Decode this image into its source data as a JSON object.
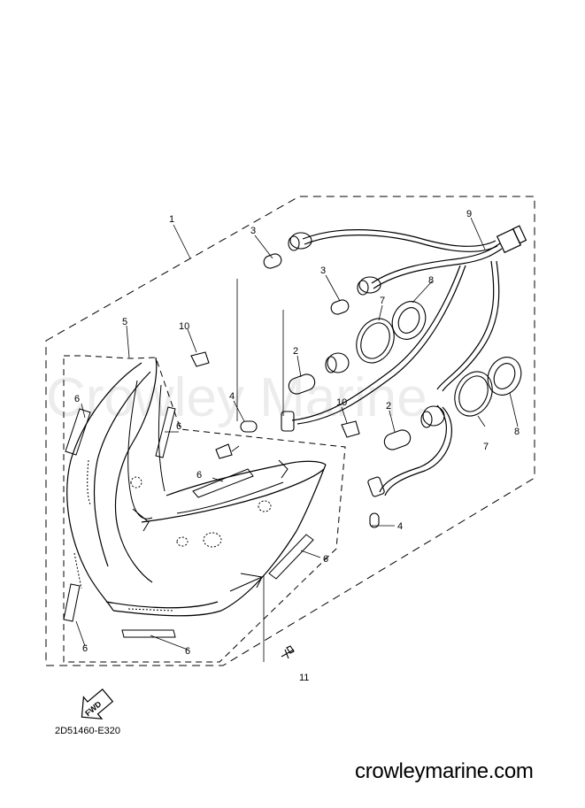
{
  "diagram": {
    "callouts": {
      "c1": "1",
      "c2a": "2",
      "c2b": "2",
      "c3a": "3",
      "c3b": "3",
      "c4a": "4",
      "c4b": "4",
      "c5": "5",
      "c6a": "6",
      "c6b": "6",
      "c6c": "6",
      "c6d": "6",
      "c6e": "6",
      "c6f": "6",
      "c7a": "7",
      "c7b": "7",
      "c8a": "8",
      "c8b": "8",
      "c9": "9",
      "c10a": "10",
      "c10b": "10",
      "c11": "11"
    },
    "fwd_label": "FWD",
    "watermark": "Crowley Marine",
    "drawing_code": "2D51460-E320"
  },
  "footer": {
    "site": "crowleymarine.com"
  }
}
